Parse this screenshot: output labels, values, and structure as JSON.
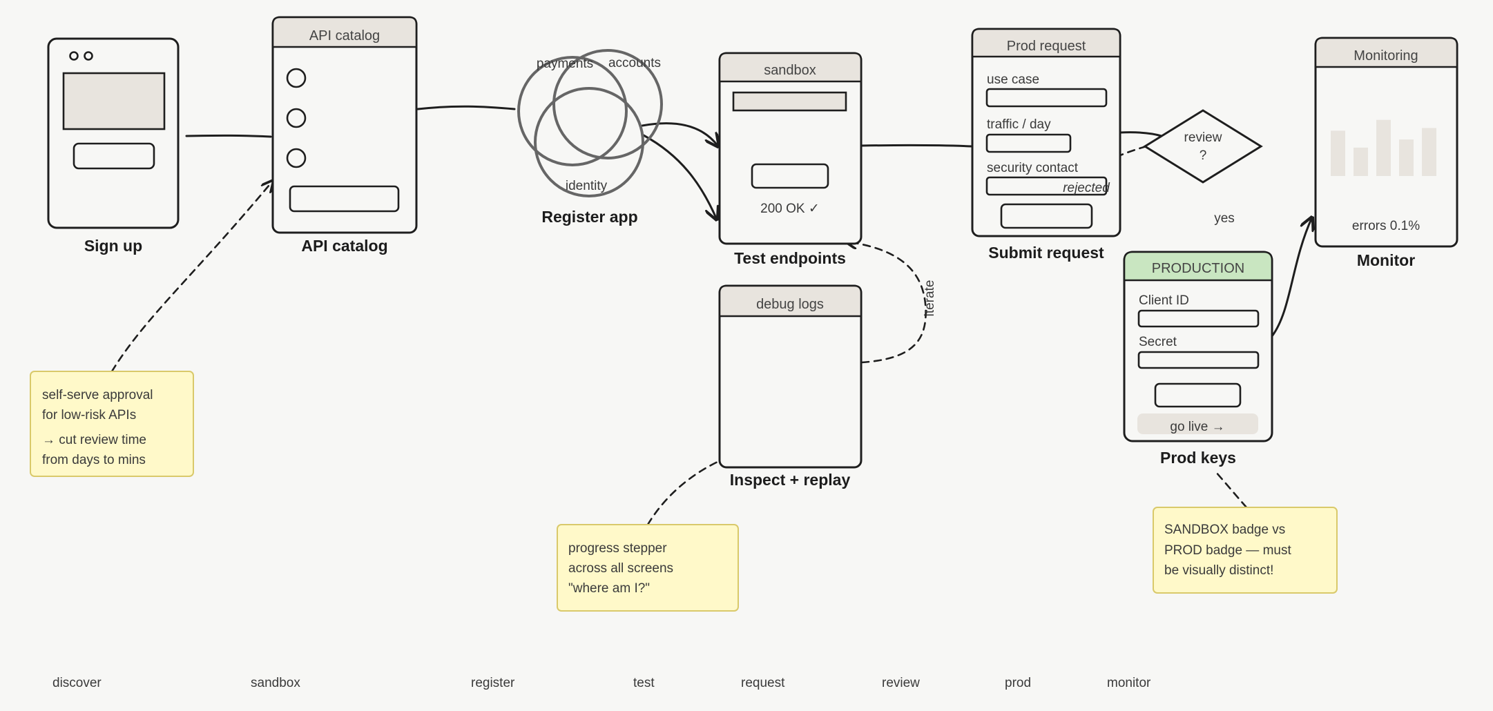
{
  "screens": {
    "signup": {
      "label": "Sign up"
    },
    "catalog": {
      "label": "API catalog",
      "header": "API catalog"
    },
    "register": {
      "label": "Register app",
      "circles": [
        "payments",
        "accounts",
        "identity"
      ]
    },
    "test": {
      "label": "Test endpoints",
      "header": "sandbox",
      "status": "200 OK ✓"
    },
    "inspect": {
      "label": "Inspect + replay",
      "header": "debug logs"
    },
    "submit": {
      "label": "Submit request",
      "header": "Prod request",
      "fields": [
        "use case",
        "traffic / day",
        "security contact"
      ]
    },
    "review": {
      "line1": "review",
      "line2": "?"
    },
    "prodkeys": {
      "label": "Prod keys",
      "header": "PRODUCTION",
      "fields": [
        "Client ID",
        "Secret"
      ],
      "go_live": "go live →"
    },
    "monitor": {
      "label": "Monitor",
      "header": "Monitoring",
      "errors": "errors 0.1%",
      "bar_levels": [
        0.67,
        0.42,
        0.83,
        0.54,
        0.71
      ]
    }
  },
  "edges": {
    "rejected": "rejected",
    "yes": "yes",
    "iterate": "iterate"
  },
  "notes": {
    "approval": [
      "self-serve approval",
      "for low-risk APIs",
      "→ cut review time",
      "from days to mins"
    ],
    "stepper": [
      "progress stepper",
      "across all screens",
      "\"where am I?\""
    ],
    "badge": [
      "SANDBOX badge vs",
      "PROD badge — must",
      "be visually distinct!"
    ]
  },
  "phases": [
    "discover",
    "sandbox",
    "register",
    "test",
    "request",
    "review",
    "prod",
    "monitor"
  ],
  "colors": {
    "production_header": "#c9e6c1",
    "sticky": "#fff9c9",
    "header_fill": "#e8e4de"
  }
}
